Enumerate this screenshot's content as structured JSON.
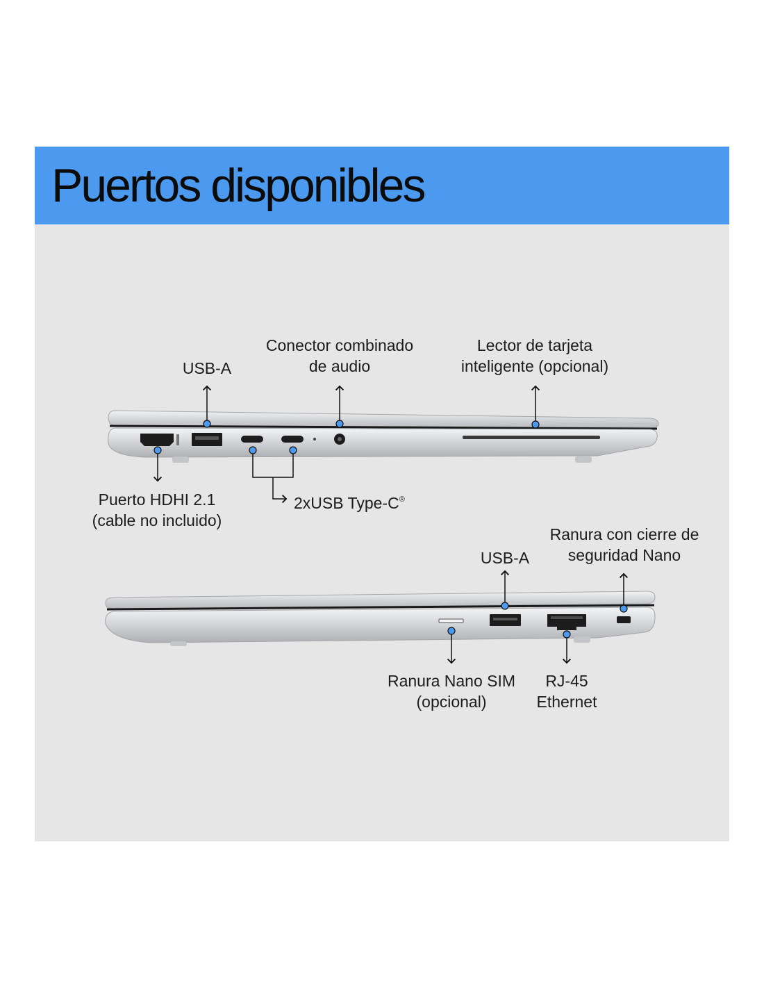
{
  "header": {
    "title": "Puertos disponibles"
  },
  "colors": {
    "banner": "#4b9aef",
    "background": "#e6e6e6",
    "marker": "#4b9aef",
    "chassis": "#c9cbce"
  },
  "left_side": {
    "usb_a": "USB-A",
    "audio": {
      "line1": "Conector combinado",
      "line2": "de audio"
    },
    "smart_card": {
      "line1": "Lector de tarjeta",
      "line2": "inteligente (opcional)"
    },
    "hdmi": {
      "line1": "Puerto HDHI 2.1",
      "line2": "(cable no incluido)"
    },
    "usb_c": {
      "text": "2xUSB Type-C",
      "mark": "®"
    }
  },
  "right_side": {
    "usb_a": "USB-A",
    "lock": {
      "line1": "Ranura con cierre de",
      "line2": "seguridad Nano"
    },
    "sim": {
      "line1": "Ranura Nano SIM",
      "line2": "(opcional)"
    },
    "rj45": {
      "line1": "RJ-45",
      "line2": "Ethernet"
    }
  }
}
